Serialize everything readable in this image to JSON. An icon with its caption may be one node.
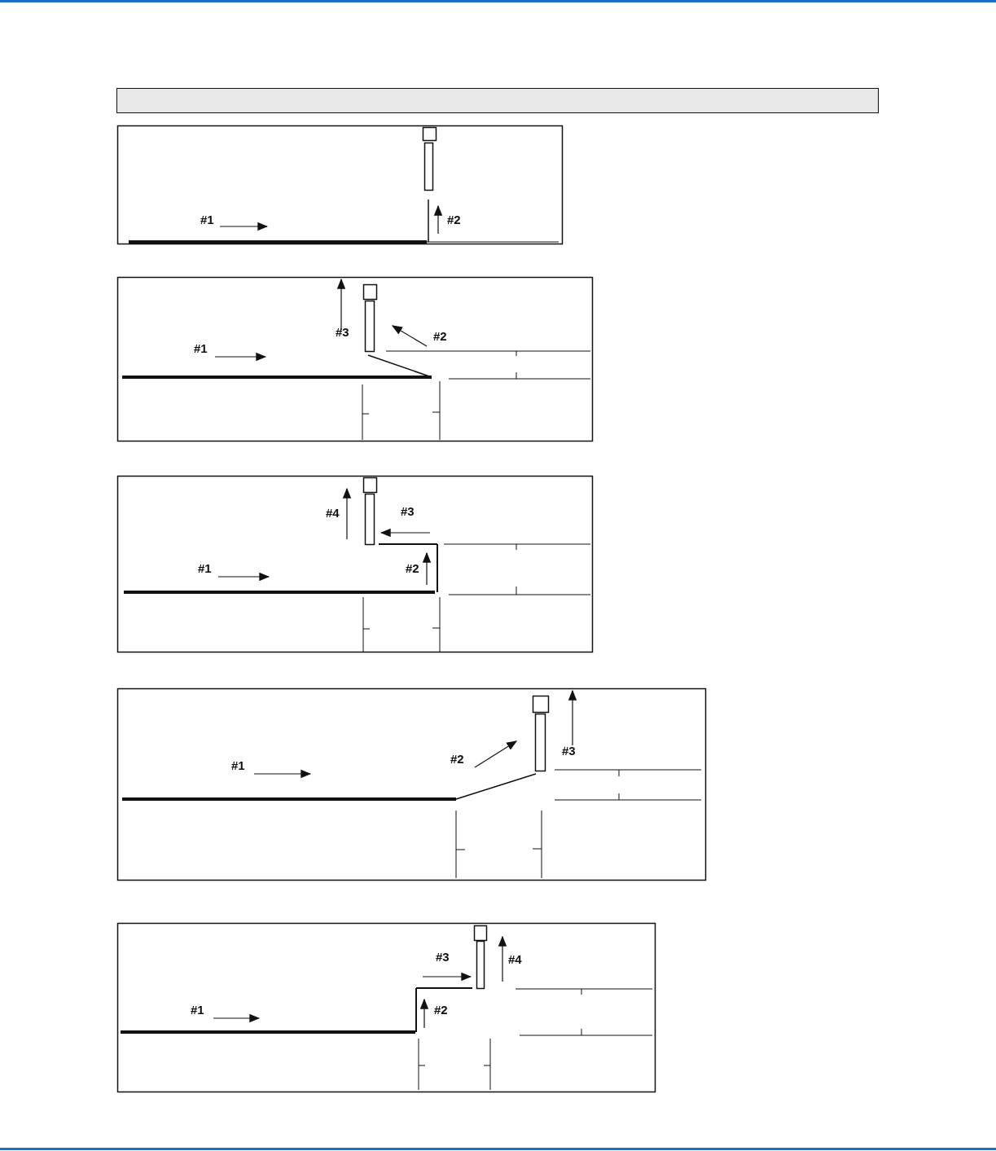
{
  "diagram": {
    "labels": [
      "#1",
      "#2",
      "#1",
      "#2",
      "#3",
      "#1",
      "#2",
      "#4",
      "#3",
      "#1",
      "#2",
      "#3",
      "#1",
      "#2",
      "#3",
      "#4"
    ]
  }
}
